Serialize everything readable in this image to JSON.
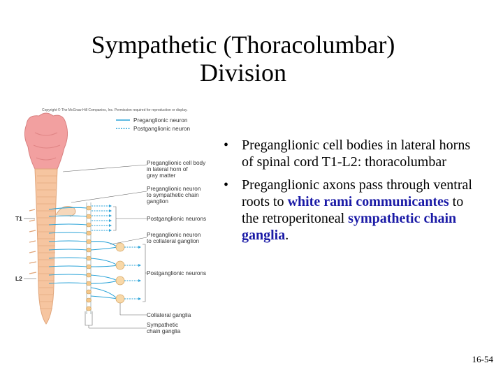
{
  "slide": {
    "title_line1": "Sympathetic (Thoracolumbar)",
    "title_line2": "Division",
    "slide_number": "16-54"
  },
  "bullets": [
    {
      "parts": [
        {
          "text": "Preganglionic cell bodies in lateral horns of spinal cord T1-L2: thoracolumbar",
          "highlight": false
        }
      ]
    },
    {
      "parts": [
        {
          "text": "Preganglionic axons pass through ventral roots to ",
          "highlight": false
        },
        {
          "text": "white rami communicantes",
          "highlight": true
        },
        {
          "text": " to the retroperitoneal ",
          "highlight": false
        },
        {
          "text": "sympathetic chain ganglia",
          "highlight": true
        },
        {
          "text": ".",
          "highlight": false
        }
      ]
    }
  ],
  "figure": {
    "copyright": "Copyright © The McGraw-Hill Companies, Inc. Permission required for reproduction or display.",
    "legend_preganglionic": "Preganglionic neuron",
    "legend_postganglionic": "Postganglionic neuron",
    "level_top": "T1",
    "level_bottom": "L2",
    "label_cell_body_1": "Preganglionic cell body",
    "label_cell_body_2": "in lateral horn of",
    "label_cell_body_3": "gray matter",
    "label_to_chain_1": "Preganglionic neuron",
    "label_to_chain_2": "to sympathetic chain",
    "label_to_chain_3": "ganglion",
    "label_post_1": "Postganglionic neurons",
    "label_to_collateral_1": "Preganglionic neuron",
    "label_to_collateral_2": "to collateral ganglion",
    "label_post_2": "Postganglionic neurons",
    "label_collateral": "Collateral ganglia",
    "label_chain_1": "Sympathetic",
    "label_chain_2": "chain ganglia",
    "colors": {
      "neuron": "#2aa3d8",
      "cord": "#f6c5a0",
      "brainstem": "#f2a0a0",
      "ganglion": "#f5c88a"
    }
  }
}
